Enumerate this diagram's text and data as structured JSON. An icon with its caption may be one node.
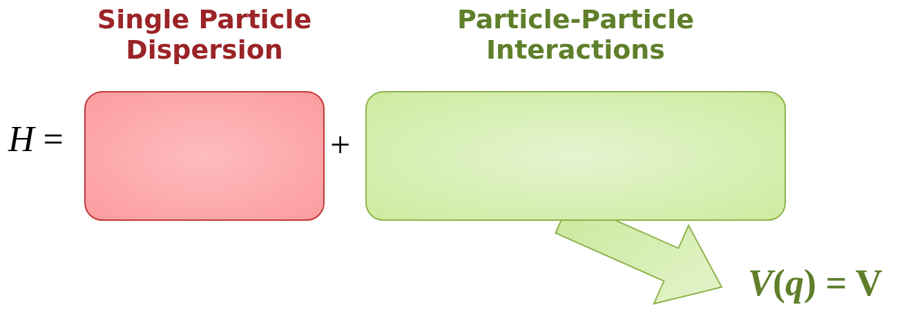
{
  "diagram": {
    "nodes": [
      {
        "text": [
          "Single Particle Dispersion"
        ]
      },
      {
        "text": [
          "Particle-Particle Interactions"
        ]
      },
      {
        "text": [
          "*V*(*q*) = V"
        ]
      }
    ],
    "edges": [
      {
        "from": 1,
        "to": 2,
        "arrow": "to",
        "style": "thick"
      }
    ],
    "labels": [
      "*H* =",
      "+"
    ]
  }
}
